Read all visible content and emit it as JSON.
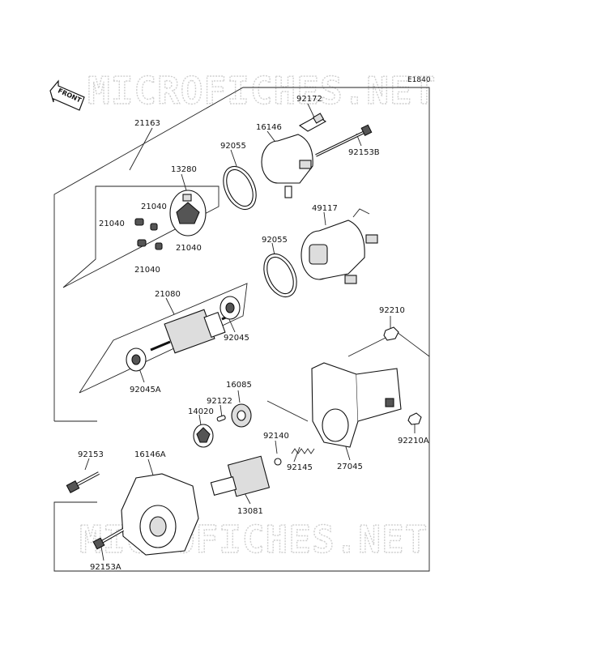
{
  "diagram_code": "E1840",
  "watermark": "MICROFICHES.NET",
  "front_label": "FRONT",
  "parts": [
    {
      "id": "92172"
    },
    {
      "id": "16146"
    },
    {
      "id": "92153B"
    },
    {
      "id": "21163"
    },
    {
      "id": "92055"
    },
    {
      "id": "13280"
    },
    {
      "id": "21040"
    },
    {
      "id": "49117"
    },
    {
      "id": "21080"
    },
    {
      "id": "92045"
    },
    {
      "id": "92045A"
    },
    {
      "id": "92210"
    },
    {
      "id": "16085"
    },
    {
      "id": "92122"
    },
    {
      "id": "14020"
    },
    {
      "id": "92140"
    },
    {
      "id": "92145"
    },
    {
      "id": "27045"
    },
    {
      "id": "92210A"
    },
    {
      "id": "92153"
    },
    {
      "id": "16146A"
    },
    {
      "id": "13081"
    },
    {
      "id": "92153A"
    }
  ]
}
